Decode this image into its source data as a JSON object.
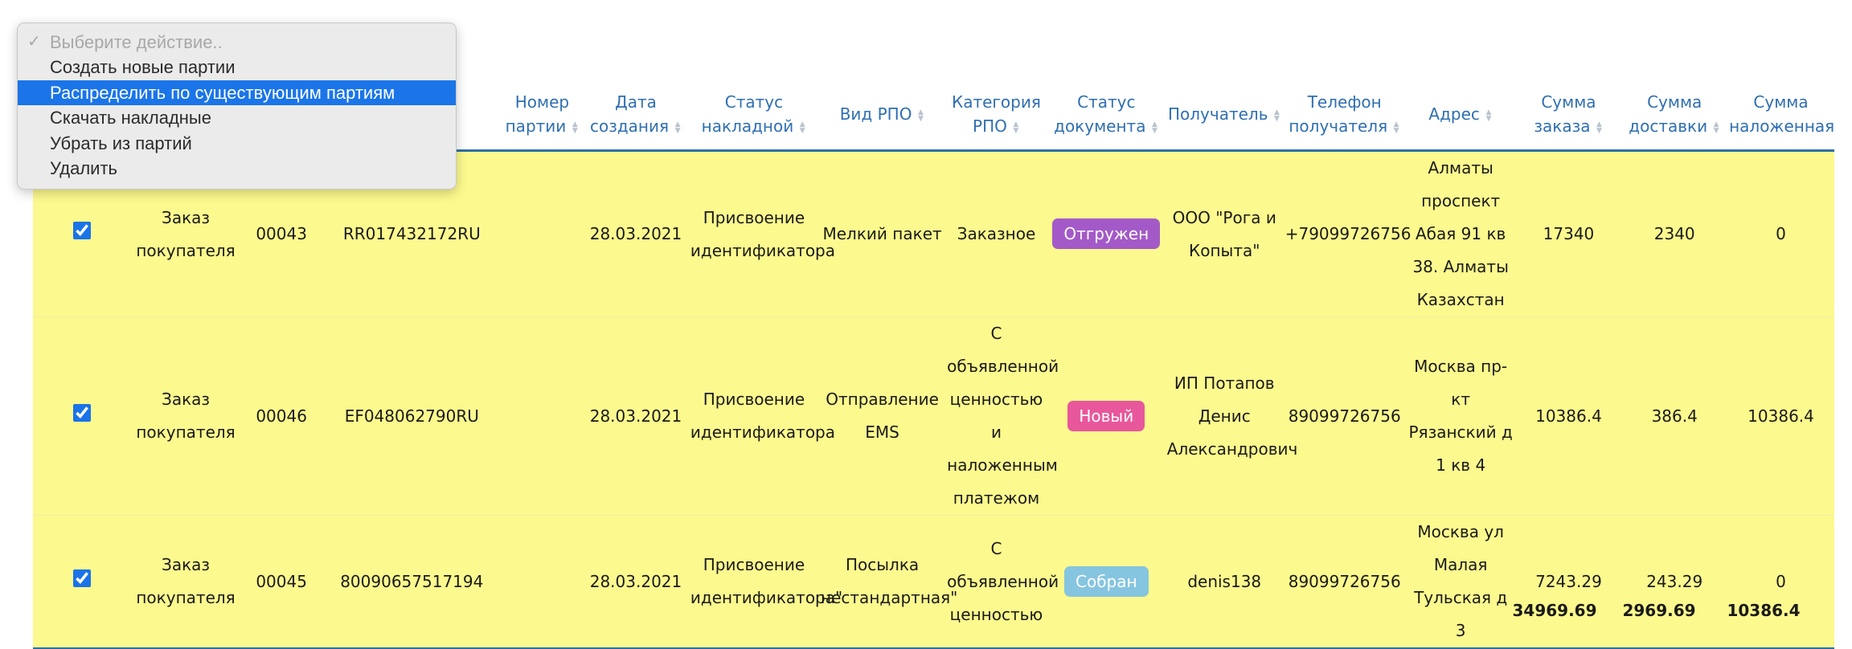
{
  "dropdown": {
    "placeholder": "Выберите действие..",
    "placeholder_check": "✓",
    "items": [
      {
        "label": "Создать новые партии"
      },
      {
        "label": "Распределить по существующим партиям"
      },
      {
        "label": "Скачать накладные"
      },
      {
        "label": "Убрать из партий"
      },
      {
        "label": "Удалить"
      }
    ],
    "selected_index": 1
  },
  "table": {
    "columns": [
      {
        "label": "",
        "sortable": false
      },
      {
        "label": "",
        "sortable": false
      },
      {
        "label": "",
        "sortable": false
      },
      {
        "label": "",
        "sortable": true
      },
      {
        "label": "Номер партии",
        "sortable": true
      },
      {
        "label": "Дата создания",
        "sortable": true
      },
      {
        "label": "Статус накладной",
        "sortable": true
      },
      {
        "label": "Вид РПО",
        "sortable": true
      },
      {
        "label": "Категория РПО",
        "sortable": true
      },
      {
        "label": "Статус документа",
        "sortable": true
      },
      {
        "label": "Получатель",
        "sortable": true
      },
      {
        "label": "Телефон получателя",
        "sortable": true
      },
      {
        "label": "Адрес",
        "sortable": true
      },
      {
        "label": "Сумма заказа",
        "sortable": true
      },
      {
        "label": "Сумма доставки",
        "sortable": true
      },
      {
        "label": "Сумма наложенная",
        "sortable": false
      }
    ],
    "rows": [
      {
        "checked": true,
        "doc_type": "Заказ покупателя",
        "number": "00043",
        "track": "RR017432172RU",
        "batch": "",
        "created": "28.03.2021",
        "waybill_status": "Присвоение идентификатора",
        "rpo_type": "Мелкий пакет",
        "rpo_category": "Заказное",
        "doc_status": "Отгружен",
        "status_color": "#a35ac8",
        "recipient": "ООО \"Рога и Копыта\"",
        "phone": "+79099726756",
        "address": "Алматы проспект Абая 91 кв 38. Алматы Казахстан",
        "order_sum": "17340",
        "delivery_sum": "2340",
        "cod_sum": "0"
      },
      {
        "checked": true,
        "doc_type": "Заказ покупателя",
        "number": "00046",
        "track": "EF048062790RU",
        "batch": "",
        "created": "28.03.2021",
        "waybill_status": "Присвоение идентификатора",
        "rpo_type": "Отправление EMS",
        "rpo_category": "С объявленной ценностью и наложенным платежом",
        "doc_status": "Новый",
        "status_color": "#e8579b",
        "recipient": "ИП Потапов Денис Александрович",
        "phone": "89099726756",
        "address": "Москва пр-кт Рязанский д 1 кв 4",
        "order_sum": "10386.4",
        "delivery_sum": "386.4",
        "cod_sum": "10386.4"
      },
      {
        "checked": true,
        "doc_type": "Заказ покупателя",
        "number": "00045",
        "track": "80090657517194",
        "batch": "",
        "created": "28.03.2021",
        "waybill_status": "Присвоение идентификатора\"",
        "rpo_type": "Посылка нестандартная\"",
        "rpo_category": "С объявленной ценностью",
        "doc_status": "Собран",
        "status_color": "#86c5e0",
        "recipient": "denis138",
        "phone": "89099726756",
        "address": "Москва ул Малая Тульская д 3",
        "order_sum": "7243.29",
        "delivery_sum": "243.29",
        "cod_sum": "0"
      }
    ],
    "totals": {
      "order_sum": "34969.69",
      "delivery_sum": "2969.69",
      "cod_sum": "10386.4"
    }
  }
}
